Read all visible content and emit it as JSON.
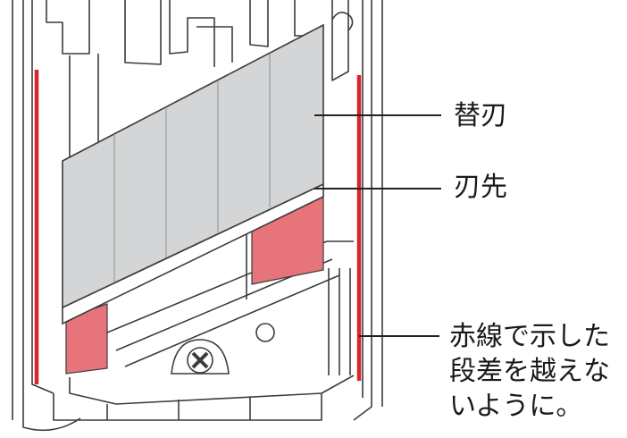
{
  "labels": {
    "spare_blade": "替刃",
    "blade_edge": "刃先",
    "note_lines": [
      "赤線で示した",
      "段差を越えな",
      "いように。"
    ]
  },
  "colors": {
    "red_line": "#d9232d",
    "red_fill": "#e8747b",
    "blade_gray": "#d4d5d6",
    "outline": "#3c3c3c"
  }
}
